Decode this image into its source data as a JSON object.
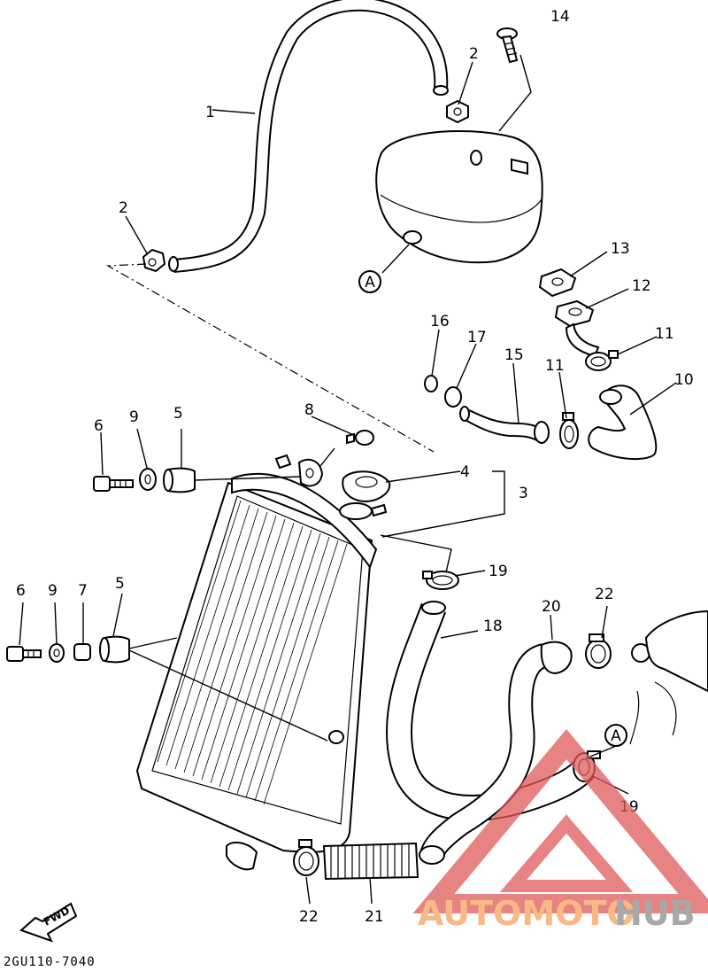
{
  "callouts": {
    "c1": "1",
    "c2a": "2",
    "c2b": "2",
    "c3": "3",
    "c4": "4",
    "c5a": "5",
    "c5b": "5",
    "c6a": "6",
    "c6b": "6",
    "c7": "7",
    "c8": "8",
    "c9a": "9",
    "c9b": "9",
    "c10": "10",
    "c11a": "11",
    "c11b": "11",
    "c12": "12",
    "c13": "13",
    "c14": "14",
    "c15": "15",
    "c16": "16",
    "c17": "17",
    "c18": "18",
    "c19a": "19",
    "c19b": "19",
    "c20": "20",
    "c21": "21",
    "c22a": "22",
    "c22b": "22"
  },
  "ref_markers": {
    "a_top": "A",
    "a_bottom": "A"
  },
  "direction_label": "FWD",
  "diagram_code": "2GU110-7040",
  "watermark": {
    "part1": "AUTOMOTO",
    "part2": "HUB",
    "color1": "#f5a25d",
    "color2": "#8c8c8c",
    "triangle_color": "#e05a5a"
  }
}
